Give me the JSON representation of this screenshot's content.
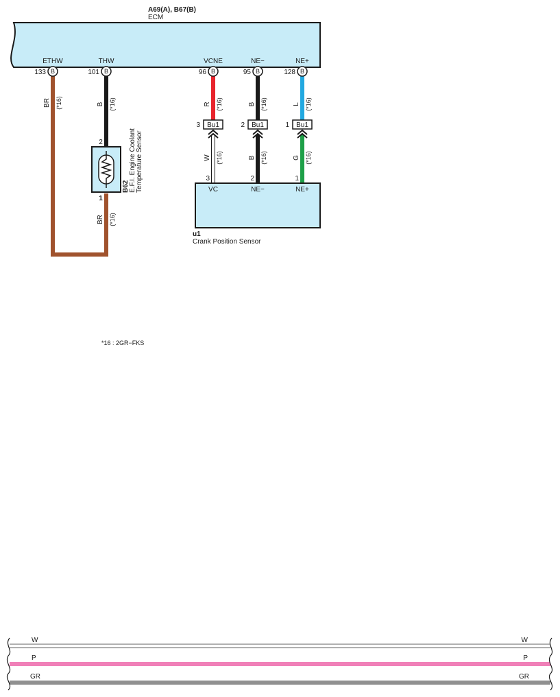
{
  "colors": {
    "box_fill": "#c8ecf8",
    "brown": "#a0522d",
    "black": "#1a1a1a",
    "red": "#e8242c",
    "blue": "#22a8e0",
    "green": "#1ea048",
    "pink": "#f080b8",
    "gray": "#909090"
  },
  "ecm": {
    "ref": "A69(A), B67(B)",
    "name": "ECM",
    "pins": [
      {
        "pin": "133",
        "name": "ETHW",
        "conn": "B"
      },
      {
        "pin": "101",
        "name": "THW",
        "conn": "B"
      },
      {
        "pin": "96",
        "name": "VCNE",
        "conn": "B"
      },
      {
        "pin": "95",
        "name": "NE−",
        "conn": "B"
      },
      {
        "pin": "128",
        "name": "NE+",
        "conn": "B"
      }
    ]
  },
  "wires": {
    "ethw": {
      "color": "BR",
      "note": "(*16)"
    },
    "thw": {
      "color": "B",
      "note": "(*16)"
    },
    "thw_lower": {
      "color": "BR",
      "note": "(*16)"
    },
    "vcne_top": {
      "color": "R",
      "note": "(*16)"
    },
    "vcne_bot": {
      "color": "W",
      "note": "(*16)"
    },
    "ne_minus_top": {
      "color": "B",
      "note": "(*16)"
    },
    "ne_minus_bot": {
      "color": "B",
      "note": "(*16)"
    },
    "ne_plus_top": {
      "color": "L",
      "note": "(*16)"
    },
    "ne_plus_bot": {
      "color": "G",
      "note": "(*16)"
    }
  },
  "connectors": [
    {
      "pin": "3",
      "name": "Bu1"
    },
    {
      "pin": "2",
      "name": "Bu1"
    },
    {
      "pin": "1",
      "name": "Bu1"
    }
  ],
  "coolant_sensor": {
    "ref": "B62",
    "line1": "E.F.I. Engine Coolant",
    "line2": "Temperature Sensor",
    "pin_top": "2",
    "pin_bottom": "1"
  },
  "crank_sensor": {
    "ref": "u1",
    "name": "Crank Position Sensor",
    "pins": [
      {
        "pin": "3",
        "name": "VC"
      },
      {
        "pin": "2",
        "name": "NE−"
      },
      {
        "pin": "1",
        "name": "NE+"
      }
    ]
  },
  "footnote": "*16 : 2GR−FKS",
  "harness": [
    {
      "left": "W",
      "right": "W"
    },
    {
      "left": "P",
      "right": "P"
    },
    {
      "left": "GR",
      "right": "GR"
    }
  ]
}
